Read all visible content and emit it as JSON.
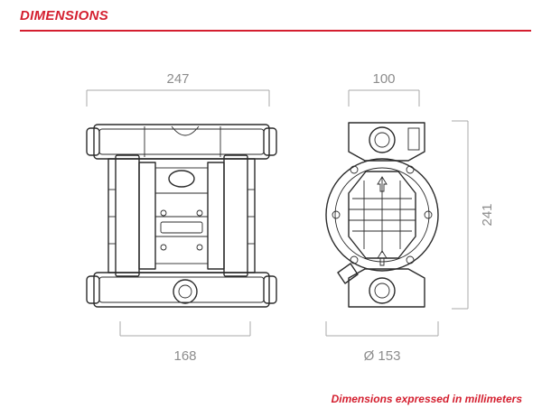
{
  "header": {
    "title": "DIMENSIONS"
  },
  "dimensions": {
    "front_width": "247",
    "front_base": "168",
    "side_width": "100",
    "side_height": "241",
    "side_diameter": "Ø 153"
  },
  "footer": {
    "note": "Dimensions expressed in millimeters"
  },
  "colors": {
    "accent": "#d41f2f",
    "drawing": "#2b2b2b",
    "dimension": "#a9a9a9"
  }
}
